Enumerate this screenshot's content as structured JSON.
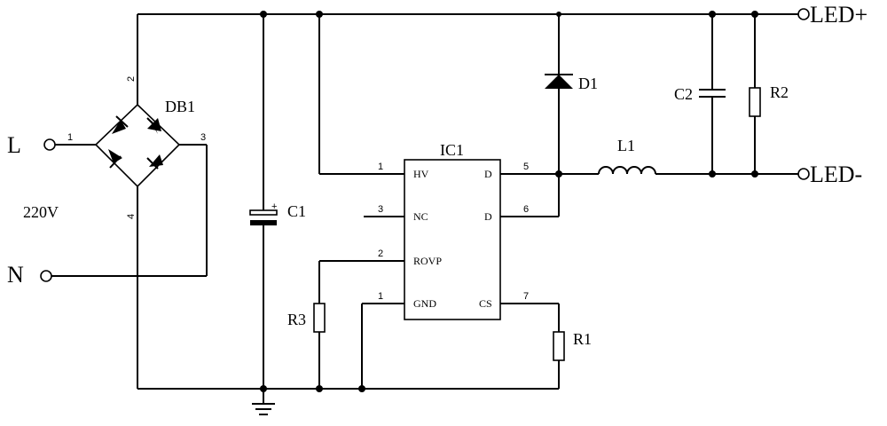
{
  "terminals": {
    "L": "L",
    "N": "N",
    "voltage": "220V",
    "led_plus": "LED+",
    "led_minus": "LED-"
  },
  "components": {
    "bridge": "DB1",
    "c1": "C1",
    "c2": "C2",
    "d1": "D1",
    "l1": "L1",
    "r1": "R1",
    "r2": "R2",
    "r3": "R3",
    "ic": "IC1"
  },
  "bridge_pins": {
    "p1": "1",
    "p2": "2",
    "p3": "3",
    "p4": "4"
  },
  "ic_pins": {
    "hv": {
      "name": "HV",
      "num": "1"
    },
    "nc": {
      "name": "NC",
      "num": "3"
    },
    "rovp": {
      "name": "ROVP",
      "num": "2"
    },
    "gnd": {
      "name": "GND",
      "num": "1"
    },
    "d_top": {
      "name": "D",
      "num": "5"
    },
    "d_bot": {
      "name": "D",
      "num": "6"
    },
    "cs": {
      "name": "CS",
      "num": "7"
    }
  },
  "c1_polarity": "+"
}
